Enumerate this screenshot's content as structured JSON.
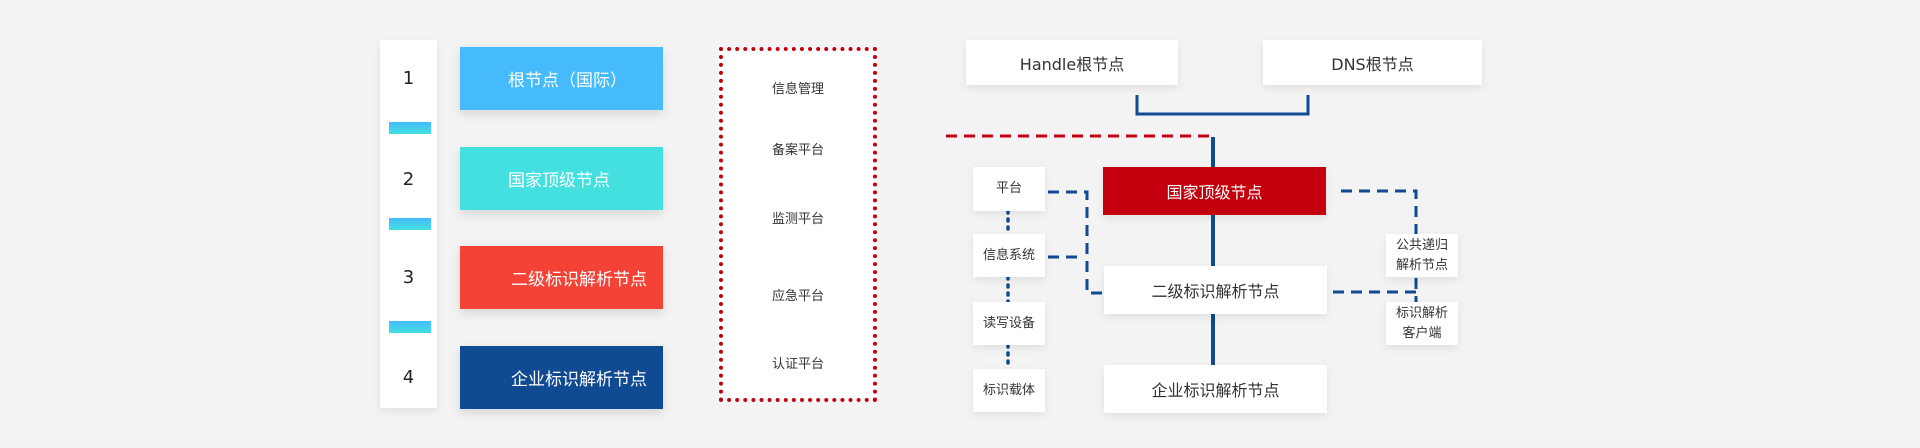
{
  "levels": {
    "numbers": [
      "1",
      "2",
      "3",
      "4"
    ],
    "items": [
      {
        "label": "根节点（国际）",
        "color": "#45bbfb"
      },
      {
        "label": "国家顶级节点",
        "color": "#44e0e0"
      },
      {
        "label": "二级标识解析节点",
        "color": "#f44336"
      },
      {
        "label": "企业标识解析节点",
        "color": "#0f4a92"
      }
    ]
  },
  "platforms": [
    "信息管理",
    "备案平台",
    "监测平台",
    "应急平台",
    "认证平台"
  ],
  "diagram": {
    "roots": [
      "Handle根节点",
      "DNS根节点"
    ],
    "national": "国家顶级节点",
    "secondary": "二级标识解析节点",
    "enterprise": "企业标识解析节点",
    "left": [
      "平台",
      "信息系统",
      "读写设备",
      "标识载体"
    ],
    "right": [
      [
        "公共递归",
        "解析节点"
      ],
      [
        "标识解析",
        "客户端"
      ]
    ],
    "colors": {
      "navy": "#0f4a92",
      "red": "#c4000f"
    }
  }
}
